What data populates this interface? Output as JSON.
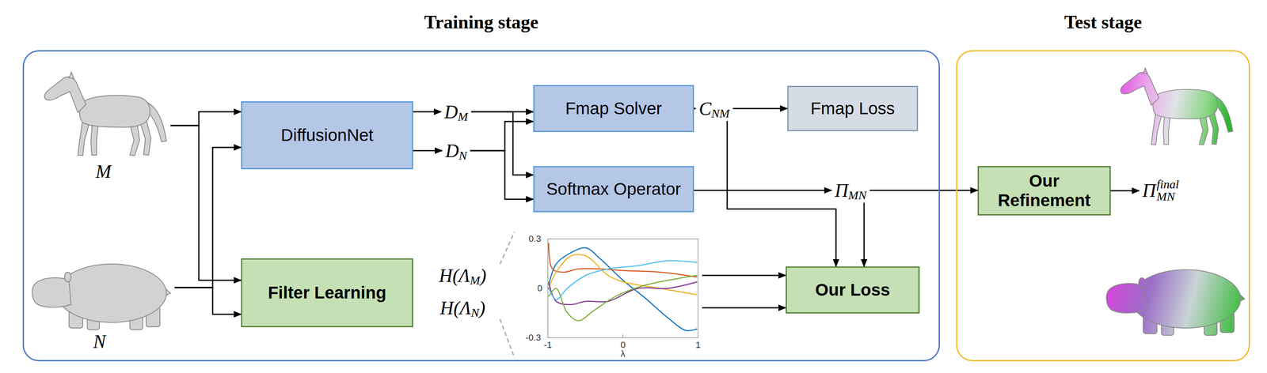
{
  "diagram": {
    "nodes": [
      {
        "text": [
          "Training stage"
        ]
      },
      {
        "text": [
          "Test stage"
        ]
      },
      {
        "text": [
          "M"
        ],
        "in": 0
      },
      {
        "text": [
          "N"
        ],
        "in": 0
      },
      {
        "text": [
          "DiffusionNet"
        ],
        "in": 0
      },
      {
        "text": [
          "Filter Learning"
        ],
        "in": 0
      },
      {
        "text": [
          "D",
          "M"
        ],
        "in": 0
      },
      {
        "text": [
          "D",
          "N"
        ],
        "in": 0
      },
      {
        "text": [
          "Fmap Solver"
        ],
        "in": 0
      },
      {
        "text": [
          "Softmax Operator"
        ],
        "in": 0
      },
      {
        "text": [
          "C",
          "NM"
        ],
        "in": 0
      },
      {
        "text": [
          "Fmap Loss"
        ],
        "in": 0
      },
      {
        "text": [
          "Π",
          "MN"
        ],
        "in": 0
      },
      {
        "text": [
          "H(Λ",
          "M",
          ")"
        ],
        "in": 0
      },
      {
        "text": [
          "H(Λ",
          "N",
          ")"
        ],
        "in": 0
      },
      {
        "text": [
          "Our Loss"
        ],
        "in": 0
      },
      {
        "text": [
          "Our Refinement"
        ],
        "in": 1
      },
      {
        "text": [
          "Π",
          "final",
          "MN"
        ],
        "in": 1
      }
    ],
    "edges": [
      {
        "from": 2,
        "to": 4,
        "arrow": "to"
      },
      {
        "from": 2,
        "to": 5,
        "arrow": "to"
      },
      {
        "from": 3,
        "to": 4,
        "arrow": "to"
      },
      {
        "from": 3,
        "to": 5,
        "arrow": "to"
      },
      {
        "from": 4,
        "to": 6,
        "arrow": "to"
      },
      {
        "from": 4,
        "to": 7,
        "arrow": "to"
      },
      {
        "from": 6,
        "to": 8,
        "arrow": "to"
      },
      {
        "from": 6,
        "to": 9,
        "arrow": "to"
      },
      {
        "from": 7,
        "to": 8,
        "arrow": "to"
      },
      {
        "from": 7,
        "to": 9,
        "arrow": "to"
      },
      {
        "from": 8,
        "to": 10,
        "arrow": "to"
      },
      {
        "from": 10,
        "to": 11,
        "arrow": "to"
      },
      {
        "from": 10,
        "to": 15,
        "arrow": "to"
      },
      {
        "from": 9,
        "to": 12,
        "arrow": "to"
      },
      {
        "from": 12,
        "to": 15,
        "arrow": "to"
      },
      {
        "from": 12,
        "to": 16,
        "arrow": "to"
      },
      {
        "from": 13,
        "to": 15,
        "arrow": "to"
      },
      {
        "from": 14,
        "to": 15,
        "arrow": "to"
      },
      {
        "from": 16,
        "to": 17,
        "arrow": "to"
      }
    ],
    "labels": [
      "0.3",
      "0",
      "-0.3",
      "-1",
      "0",
      "1",
      "λ"
    ]
  }
}
